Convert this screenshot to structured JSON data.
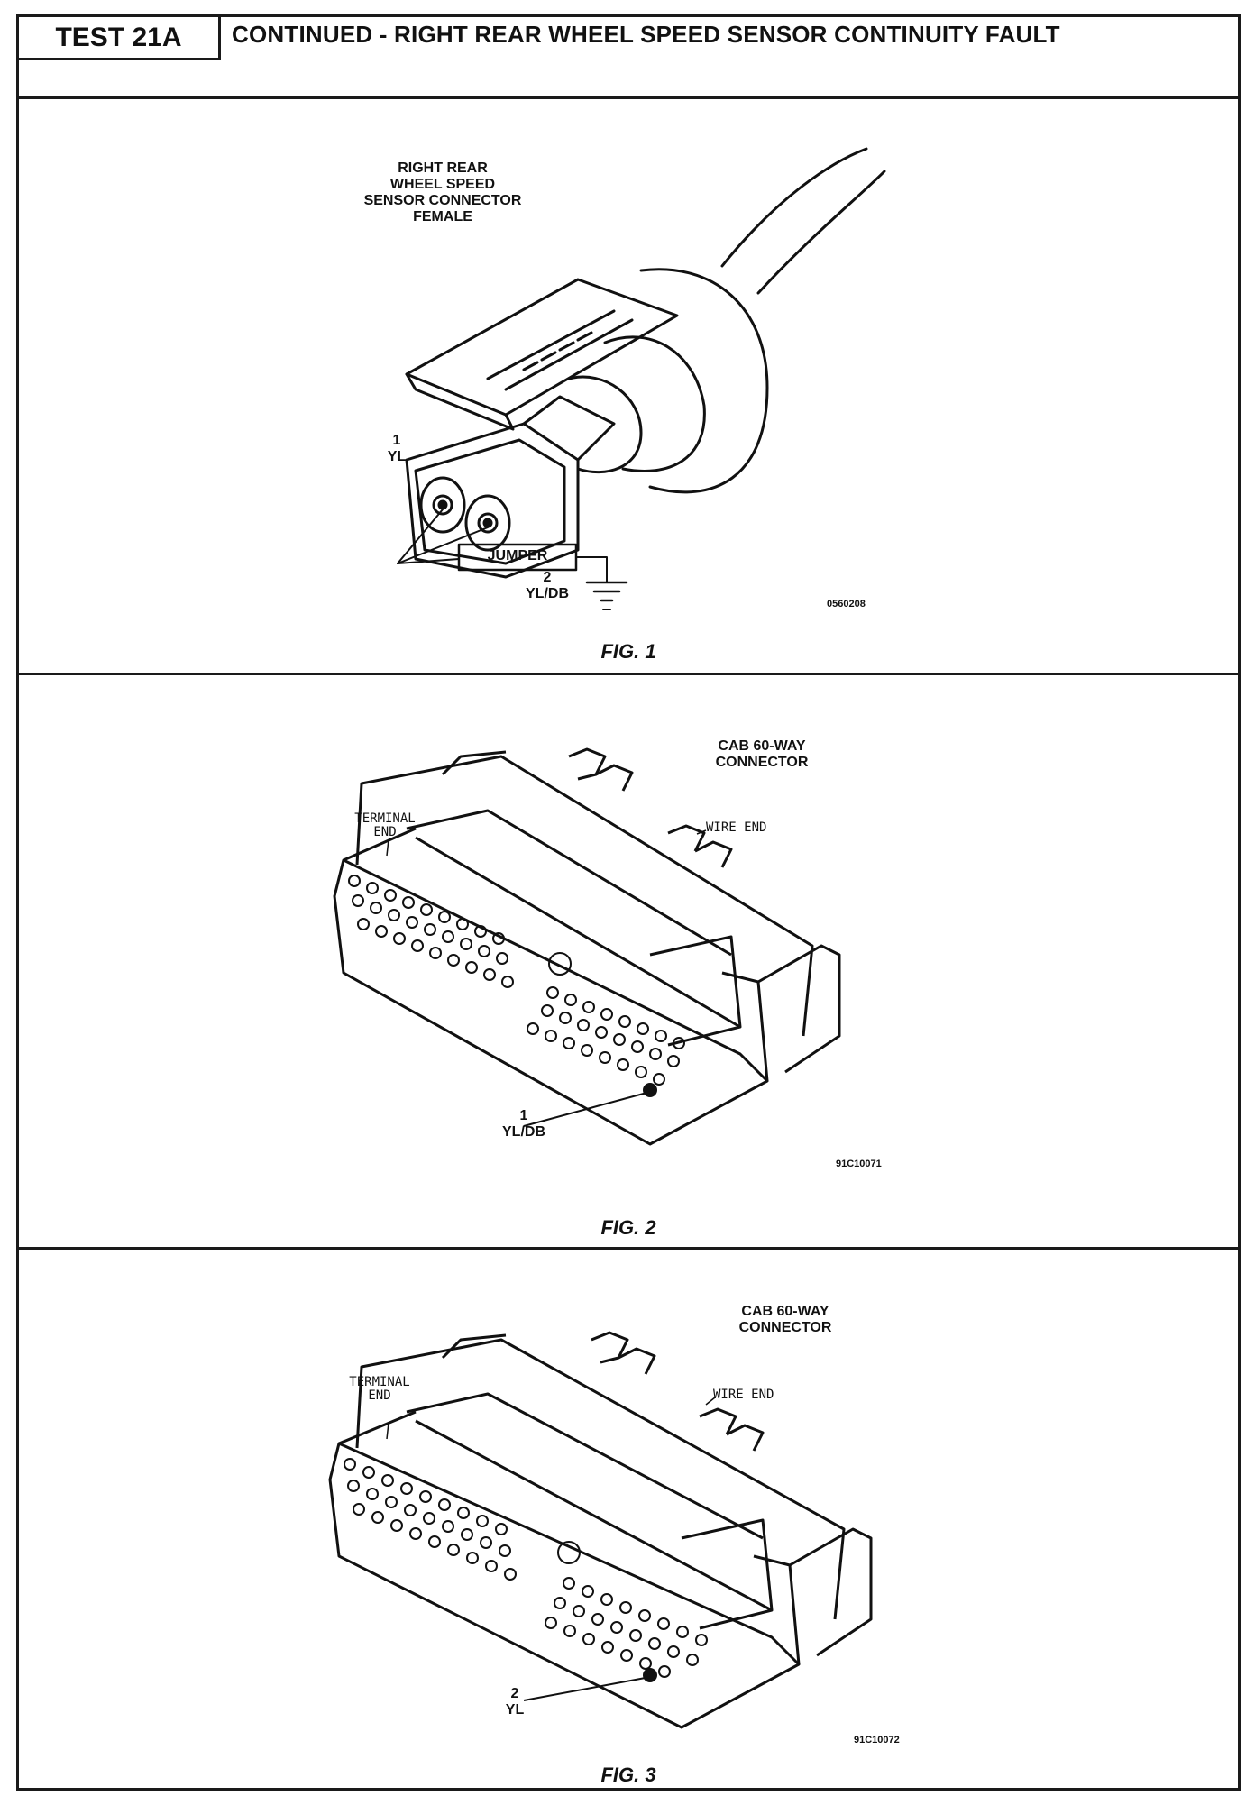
{
  "header": {
    "test_label": "TEST 21A",
    "title": "CONTINUED - RIGHT REAR WHEEL SPEED SENSOR CONTINUITY FAULT"
  },
  "fig1": {
    "connector_label_line1": "RIGHT REAR",
    "connector_label_line2": "WHEEL SPEED",
    "connector_label_line3": "SENSOR CONNECTOR",
    "connector_label_line4": "FEMALE",
    "pin1_number": "1",
    "pin1_color": "YL",
    "pin2_number": "2",
    "pin2_color": "YL/DB",
    "jumper_label": "JUMPER",
    "code": "0560208",
    "caption": "FIG. 1"
  },
  "fig2": {
    "connector_label_line1": "CAB 60-WAY",
    "connector_label_line2": "CONNECTOR",
    "terminal_end_line1": "TERMINAL",
    "terminal_end_line2": "END",
    "wire_end": "WIRE END",
    "pin_number": "1",
    "pin_color": "YL/DB",
    "code": "91C10071",
    "caption": "FIG. 2"
  },
  "fig3": {
    "connector_label_line1": "CAB 60-WAY",
    "connector_label_line2": "CONNECTOR",
    "terminal_end_line1": "TERMINAL",
    "terminal_end_line2": "END",
    "wire_end": "WIRE END",
    "pin_number": "2",
    "pin_color": "YL",
    "code": "91C10072",
    "caption": "FIG. 3"
  }
}
